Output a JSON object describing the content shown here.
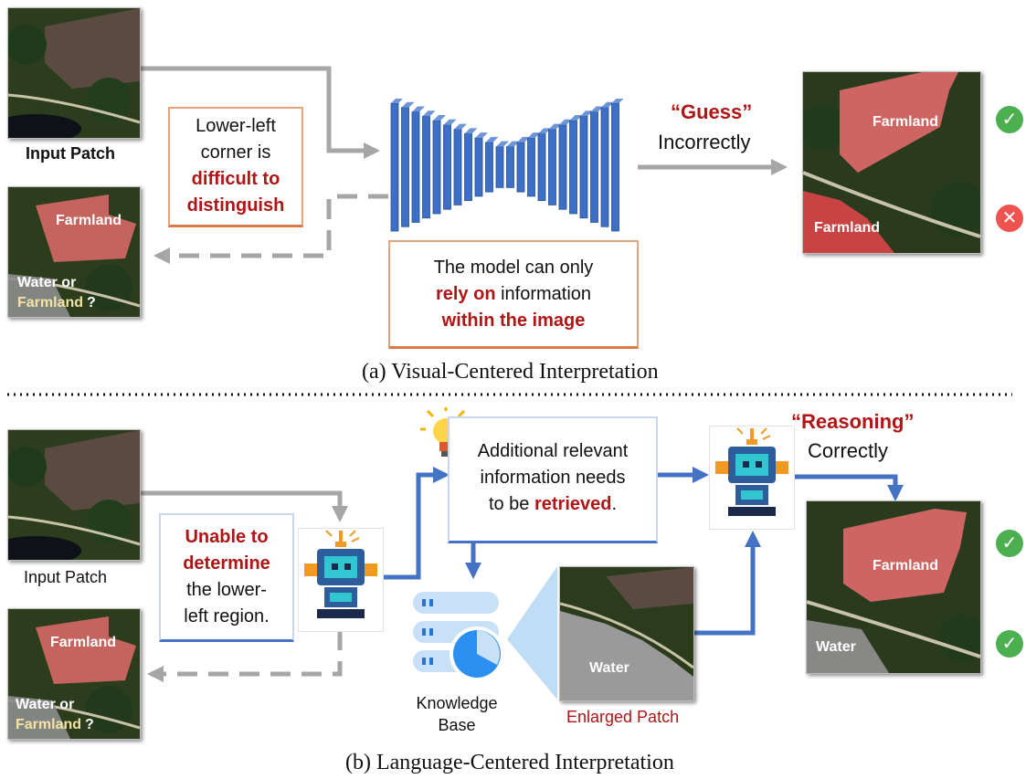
{
  "part_a": {
    "input_patch_label": "Input Patch",
    "hard_note": {
      "line1": "Lower-left",
      "line2": "corner is",
      "line3": "difficult to",
      "line4": "distinguish"
    },
    "model_note": {
      "line1": "The model can only",
      "line2a": "rely on",
      "line2b": " information",
      "line3": "within the image"
    },
    "guess": {
      "quote": "“Guess”",
      "word": "Incorrectly"
    },
    "output_labels": {
      "top": "Farmland",
      "bottom": "Farmland"
    },
    "query_labels": {
      "farmland": "Farmland",
      "water_or": "Water or",
      "farmland_q": "Farmland",
      "q": " ?"
    },
    "caption": "(a) Visual-Centered Interpretation"
  },
  "part_b": {
    "input_patch_label": "Input Patch",
    "unable_note": {
      "line1": "Unable to",
      "line2": "determine",
      "line3": "the lower-",
      "line4": "left region."
    },
    "retrieve_note": {
      "line1": "Additional relevant",
      "line2": "information needs",
      "line3a": "to be ",
      "line3b": "retrieved",
      "line3c": "."
    },
    "reasoning": {
      "quote": "“Reasoning”",
      "word": "Correctly"
    },
    "knowledge_base": {
      "line1": "Knowledge",
      "line2": "Base"
    },
    "enlarged_label": "Enlarged Patch",
    "enlarged_water": "Water",
    "output_labels": {
      "farmland": "Farmland",
      "water": "Water"
    },
    "query_labels": {
      "farmland": "Farmland",
      "water_or": "Water or",
      "farmland_q": "Farmland",
      "q": " ?"
    },
    "caption": "(b) Language-Centered Interpretation"
  },
  "icons": {
    "check": "✓",
    "cross": "✕"
  },
  "colors": {
    "accent_red": "#b01414",
    "flow_blue": "#4472c4",
    "flow_gray": "#a6a6a6",
    "farmland": "#e06a6a",
    "water": "#8d8d8d"
  }
}
